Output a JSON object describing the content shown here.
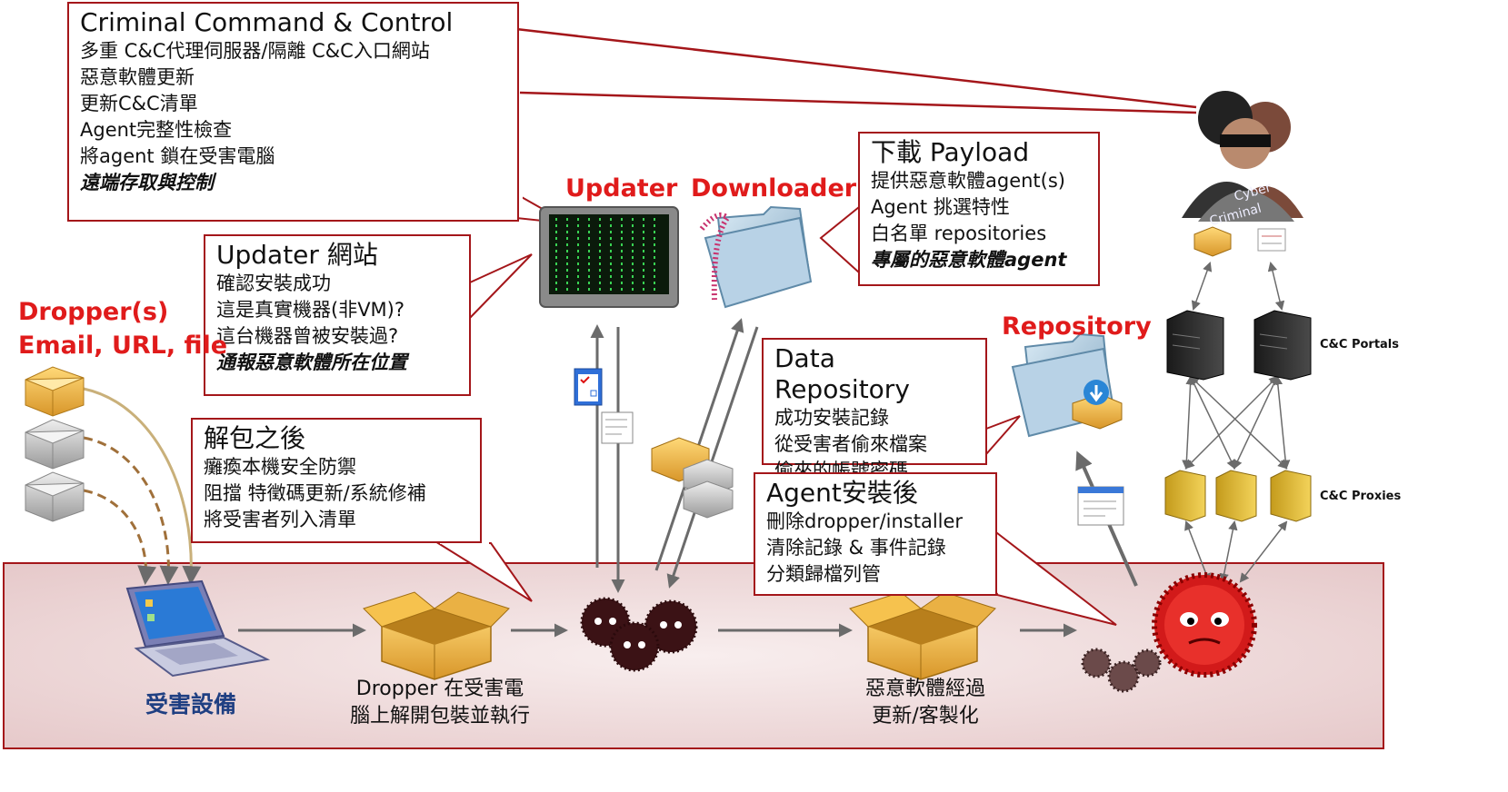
{
  "cc_box": {
    "title": "Criminal Command & Control",
    "lines": [
      "多重 C&C代理伺服器/隔離 C&C入口網站",
      "惡意軟體更新",
      "更新C&C清單",
      "Agent完整性檢查",
      "將agent 鎖在受害電腦"
    ],
    "emphasis": "遠端存取與控制"
  },
  "updater_box": {
    "title": "Updater 網站",
    "lines": [
      "確認安裝成功",
      "這是真實機器(非VM)?",
      "這台機器曾被安裝過?"
    ],
    "emphasis": "通報惡意軟體所在位置"
  },
  "payload_box": {
    "title": "下載 Payload",
    "lines": [
      "提供惡意軟體agent(s)",
      "Agent 挑選特性",
      "白名單 repositories"
    ],
    "emphasis": "專屬的惡意軟體agent"
  },
  "data_repo_box": {
    "title": "Data Repository",
    "lines": [
      "成功安裝記錄",
      "從受害者偷來檔案",
      "偷來的帳號密碼"
    ]
  },
  "unpack_box": {
    "title": "解包之後",
    "lines": [
      "癱瘓本機安全防禦",
      "阻擋  特徵碼更新/系統修補",
      "將受害者列入清單"
    ]
  },
  "agent_box": {
    "title": "Agent安裝後",
    "lines": [
      "刪除dropper/installer",
      "清除記錄 & 事件記錄",
      "分類歸檔列管"
    ]
  },
  "labels": {
    "dropper_1": "Dropper(s)",
    "dropper_2": "Email, URL, file",
    "updater": "Updater",
    "downloader": "Downloader",
    "repository": "Repository",
    "victim": "受害設備",
    "step2_1": "Dropper 在受害電",
    "step2_2": "腦上解開包裝並執行",
    "step4_1": "惡意軟體經過",
    "step4_2": "更新/客製化",
    "cc_portals": "C&C Portals",
    "cc_proxies": "C&C Proxies",
    "cyber_1": "Cyber",
    "cyber_2": "Criminal"
  },
  "colors": {
    "accent_red": "#e01b1b",
    "box_border": "#a4161a",
    "band_fill": "#f1dfe0",
    "label_blue": "#1f3f82"
  }
}
